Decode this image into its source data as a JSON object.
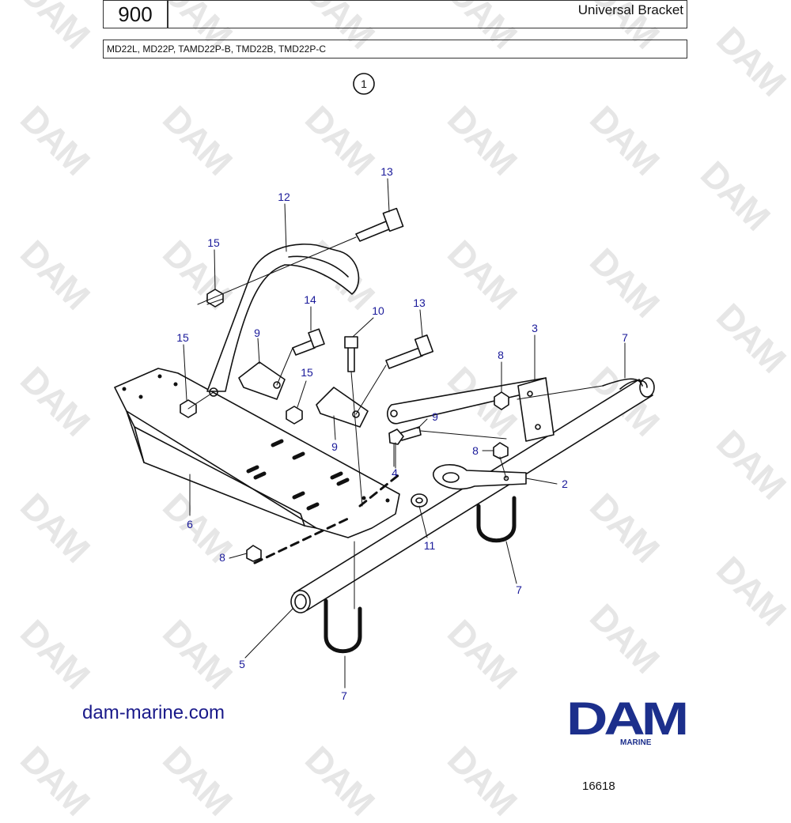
{
  "header": {
    "page_number": "900",
    "title": "Universal Bracket",
    "models": "MD22L, MD22P, TAMD22P-B, TMD22B, TMD22P-C"
  },
  "diagram": {
    "group_marker": "1",
    "callouts": [
      "13",
      "12",
      "15",
      "14",
      "10",
      "13",
      "3",
      "7",
      "15",
      "9",
      "15",
      "8",
      "9",
      "9",
      "8",
      "4",
      "2",
      "6",
      "11",
      "8",
      "7",
      "5",
      "7"
    ]
  },
  "watermark": "DAM",
  "footer": {
    "website": "dam-marine.com",
    "logo_text": "DAM",
    "logo_subtitle": "MARINE",
    "drawing_ref": "16618"
  },
  "colors": {
    "callout": "#1a1a9a",
    "brand": "#1c2f8c",
    "watermark": "#e6e6e6"
  }
}
